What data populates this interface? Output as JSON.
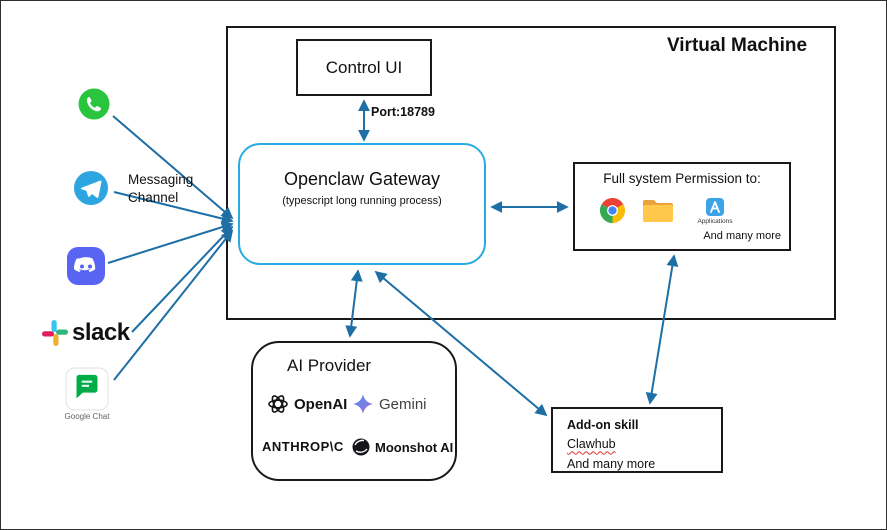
{
  "colors": {
    "arrow": "#1D6FA5",
    "gateway_border": "#29ABE2",
    "whatsapp_green": "#29C53F",
    "telegram_blue": "#2CA5E0",
    "discord_blurple": "#5865F2",
    "slack_blue": "#36C5F0",
    "slack_green": "#2EB67D",
    "slack_yellow": "#ECB22E",
    "slack_red": "#E01E5A",
    "google_chat_green": "#00AC47",
    "chrome_red": "#EA4335",
    "chrome_green": "#34A853",
    "chrome_yellow": "#FBBC05",
    "chrome_blue": "#4285F4",
    "folder_yellow": "#FFC84B"
  },
  "vm": {
    "title": "Virtual Machine"
  },
  "control_ui": {
    "label": "Control UI"
  },
  "port_label": "Port:18789",
  "gateway": {
    "title": "Openclaw Gateway",
    "subtitle": "(typescript long running process)"
  },
  "permissions": {
    "title": "Full system Permission to:",
    "icons": [
      "chrome",
      "folder",
      "applications"
    ],
    "applications_caption": "Applications",
    "more": "And many more"
  },
  "messaging": {
    "label_line1": "Messaging",
    "label_line2": "Channel",
    "channels": [
      "WhatsApp",
      "Telegram",
      "Discord",
      "Slack",
      "Google Chat"
    ],
    "slack_wordmark": "slack",
    "google_chat_caption": "Google Chat"
  },
  "ai": {
    "title": "AI Provider",
    "providers": [
      {
        "name": "OpenAI"
      },
      {
        "name": "Gemini"
      },
      {
        "name": "ANTHROP\\C"
      },
      {
        "name": "Moonshot AI"
      }
    ]
  },
  "addon": {
    "title": "Add-on skill",
    "item": "Clawhub",
    "more": "And many more"
  }
}
